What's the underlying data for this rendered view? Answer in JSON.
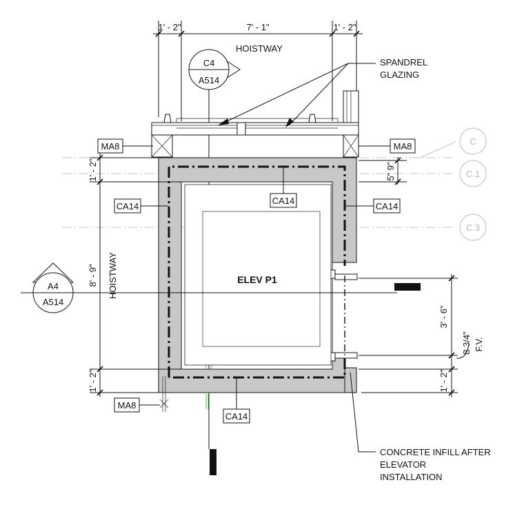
{
  "dimensions": {
    "top_left": "1' - 2\"",
    "top_center": "7' - 1\"",
    "top_right": "1' - 2\"",
    "left_upper": "1' - 2\"",
    "left_main": "8' - 9\"",
    "left_lower": "1' - 2\"",
    "right_small": "5\" 9\"",
    "right_main": "3' - 6\"",
    "right_lower": "1' - 2\"",
    "fv": "8 3/4\"",
    "fv_label": "F.V."
  },
  "labels": {
    "hoistway_top": "HOISTWAY",
    "hoistway_side": "HOISTWAY",
    "elevator": "ELEV P1",
    "spandrel_line1": "SPANDREL",
    "spandrel_line2": "GLAZING",
    "infill_line1": "CONCRETE INFILL AFTER",
    "infill_line2": "ELEVATOR",
    "infill_line3": "INSTALLATION"
  },
  "tags": {
    "ma8_left": "MA8",
    "ma8_right": "MA8",
    "ma8_bottom": "MA8",
    "ca14_left": "CA14",
    "ca14_top": "CA14",
    "ca14_right": "CA14",
    "ca14_bottom": "CA14"
  },
  "gridlines": {
    "c": "C",
    "c1": "C.1",
    "c3": "C.3"
  },
  "section_markers": {
    "c4_id": "C4",
    "c4_sheet": "A514",
    "a4_id": "A4",
    "a4_sheet": "A514"
  },
  "colors": {
    "wall_fill": "#c8c8c8",
    "line": "#111111",
    "grid": "#c4c4c4",
    "highlight": "#3bd13b"
  }
}
